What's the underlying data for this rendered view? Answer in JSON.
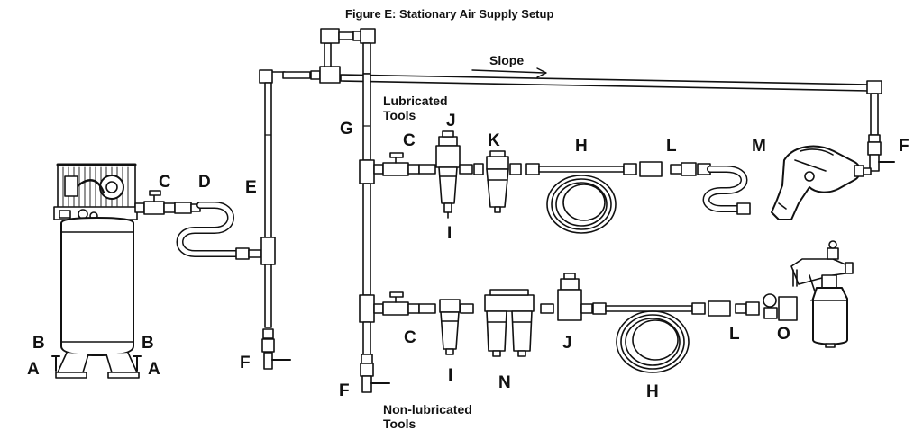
{
  "title": "Figure E:  Stationary Air Supply Setup",
  "slope_label": "Slope",
  "notes": {
    "lubricated_line1": "Lubricated",
    "lubricated_line2": "Tools",
    "nonlubricated_line1": "Non-lubricated",
    "nonlubricated_line2": "Tools"
  },
  "labels": {
    "A": "A",
    "B": "B",
    "C": "C",
    "D": "D",
    "E": "E",
    "F": "F",
    "G": "G",
    "H": "H",
    "I": "I",
    "J": "J",
    "K": "K",
    "L": "L",
    "M": "M",
    "N": "N",
    "O": "O"
  },
  "components": [
    {
      "letter": "A",
      "part": "compressor-foot"
    },
    {
      "letter": "B",
      "part": "mounting-bolt"
    },
    {
      "letter": "C",
      "part": "ball-valve"
    },
    {
      "letter": "D",
      "part": "leader-hose"
    },
    {
      "letter": "E",
      "part": "riser-pipe"
    },
    {
      "letter": "F",
      "part": "drain-valve"
    },
    {
      "letter": "G",
      "part": "header-pipe"
    },
    {
      "letter": "H",
      "part": "air-hose"
    },
    {
      "letter": "I",
      "part": "filter"
    },
    {
      "letter": "J",
      "part": "regulator"
    },
    {
      "letter": "K",
      "part": "lubricator"
    },
    {
      "letter": "L",
      "part": "quick-coupler"
    },
    {
      "letter": "M",
      "part": "impact-wrench"
    },
    {
      "letter": "N",
      "part": "coalescing-filter-desiccant-dryer"
    },
    {
      "letter": "O",
      "part": "spray-gun"
    }
  ]
}
